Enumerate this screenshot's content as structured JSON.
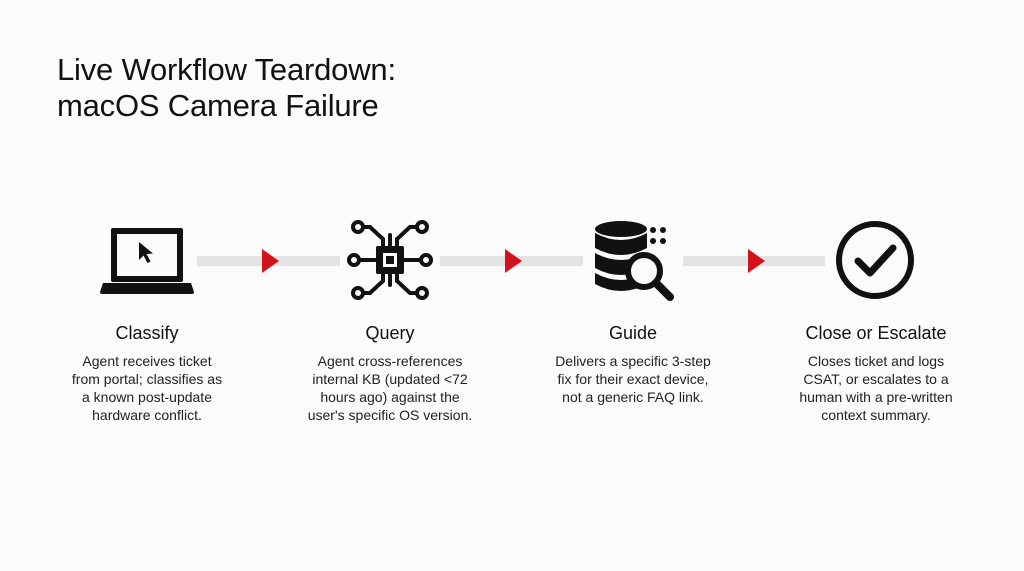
{
  "title": {
    "line1": "Live Workflow Teardown:",
    "line2": "macOS Camera Failure"
  },
  "steps": [
    {
      "icon": "laptop-cursor-icon",
      "title": "Classify",
      "desc": [
        "Agent receives ticket",
        "from portal; classifies as",
        "a known post-update",
        "hardware conflict."
      ]
    },
    {
      "icon": "processor-chip-icon",
      "title": "Query",
      "desc": [
        "Agent cross-references",
        "internal KB (updated <72",
        "hours ago) against the",
        "user's specific OS version."
      ]
    },
    {
      "icon": "database-search-icon",
      "title": "Guide",
      "desc": [
        "Delivers a specific 3-step",
        "fix for their exact device,",
        "not a generic FAQ link."
      ]
    },
    {
      "icon": "checkmark-circle-icon",
      "title": "Close or Escalate",
      "desc": [
        "Closes ticket and logs",
        "CSAT, or escalates to a",
        "human with a pre-written",
        "context summary."
      ]
    }
  ],
  "colors": {
    "arrow": "#d1121b",
    "line": "#e3e3e3",
    "icon": "#111111"
  }
}
